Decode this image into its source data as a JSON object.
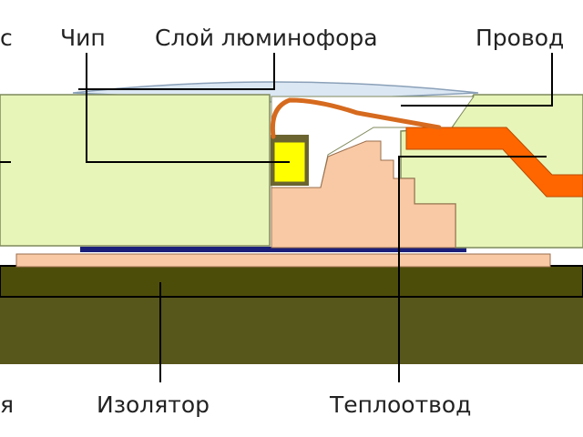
{
  "labels": {
    "top_left_cut": "с",
    "chip": "Чип",
    "phosphor_layer": "Слой люминофора",
    "wire": "Провод",
    "bottom_left_cut": "я",
    "insulator": "Изолятор",
    "heat_sink": "Теплоотвод"
  },
  "colors": {
    "housing": "#e8f5b8",
    "housing_outline": "#7f8a5c",
    "phosphor_lens": "#dbe7f3",
    "chip": "#ffff00",
    "heat_sink": "#f8c9a4",
    "wire": "#ff6600",
    "bond_wire": "#d66a1e",
    "insulator_band": "#4d4d0a",
    "base_plate": "#57561b",
    "electrode_strip": "#1a1f7a",
    "leader_line": "#000000"
  }
}
